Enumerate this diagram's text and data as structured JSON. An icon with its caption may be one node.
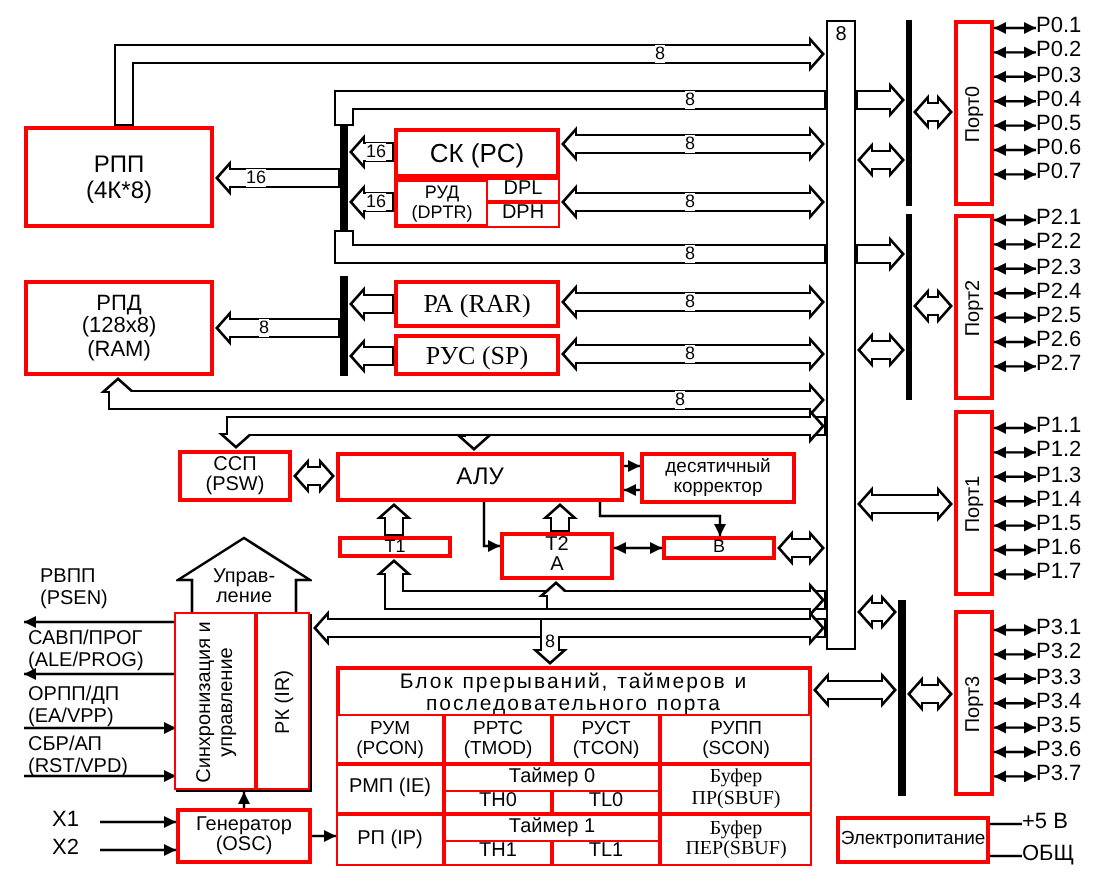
{
  "diagram": {
    "nodes": [
      {
        "text": [
          "РПП",
          "(4К*8)"
        ]
      },
      {
        "text": [],
        "shape": "bar"
      },
      {
        "text": [
          "СК (PC)"
        ]
      },
      {
        "text": [
          "РУД",
          "(DPTR)"
        ]
      },
      {
        "text": [
          "DPL"
        ],
        "in": 3
      },
      {
        "text": [
          "DPH"
        ],
        "in": 3
      },
      {
        "text": [
          "РПД",
          "(128x8)",
          "(RAM)"
        ]
      },
      {
        "text": [],
        "shape": "bar"
      },
      {
        "text": [
          "РА (RAR)"
        ]
      },
      {
        "text": [
          "РУС (SP)"
        ]
      },
      {
        "text": [
          "8"
        ]
      },
      {
        "text": [],
        "shape": "bar"
      },
      {
        "text": [
          "Порт0"
        ]
      },
      {
        "text": [],
        "shape": "bar"
      },
      {
        "text": [
          "Порт2"
        ]
      },
      {
        "text": [
          "Порт1"
        ]
      },
      {
        "text": [],
        "shape": "bar"
      },
      {
        "text": [
          "Порт3"
        ]
      },
      {
        "text": [
          "ССП",
          "(PSW)"
        ]
      },
      {
        "text": [
          "АЛУ"
        ]
      },
      {
        "text": [
          "десятичный корректор"
        ]
      },
      {
        "text": [
          "Т1"
        ]
      },
      {
        "text": [
          "Т2",
          "А"
        ]
      },
      {
        "text": [
          "В"
        ]
      },
      {
        "text": [
          "Управ-ление"
        ]
      },
      {
        "text": [],
        "shape": "box"
      },
      {
        "text": [
          "Синхронизация и управление"
        ],
        "in": 25
      },
      {
        "text": [
          "РК (IR)"
        ],
        "in": 25
      },
      {
        "text": [
          "Генератор",
          "(OSC)"
        ]
      },
      {
        "text": [
          "Блок прерываний, таймеров и последовательного порта"
        ]
      },
      {
        "text": [
          "РУМ",
          "(PCON)"
        ],
        "in": 29
      },
      {
        "text": [
          "РРТС",
          "(TMOD)"
        ],
        "in": 29
      },
      {
        "text": [
          "РУСТ",
          "(TCON)"
        ],
        "in": 29
      },
      {
        "text": [
          "РУПП",
          "(SCON)"
        ],
        "in": 29
      },
      {
        "text": [
          "РМП (IE)"
        ],
        "in": 29
      },
      {
        "text": [
          "Таймер 0"
        ],
        "in": 29
      },
      {
        "text": [
          "TH0"
        ],
        "in": 35
      },
      {
        "text": [
          "TL0"
        ],
        "in": 35
      },
      {
        "text": [
          "Буфер",
          "ПР(SBUF)"
        ],
        "in": 29
      },
      {
        "text": [
          "РП (IP)"
        ],
        "in": 29
      },
      {
        "text": [
          "Таймер 1"
        ],
        "in": 29
      },
      {
        "text": [
          "TH1"
        ],
        "in": 40
      },
      {
        "text": [
          "TL1"
        ],
        "in": 40
      },
      {
        "text": [
          "Буфер",
          "ПЕР(SBUF)"
        ],
        "in": 29
      },
      {
        "text": [
          "Электропитание"
        ]
      },
      {
        "text": [
          "+5 В"
        ]
      },
      {
        "text": [
          "ОБЩ"
        ]
      },
      {
        "text": [
          "X1"
        ]
      },
      {
        "text": [
          "X2"
        ]
      },
      {
        "text": [
          "P0.1"
        ]
      },
      {
        "text": [
          "P0.2"
        ]
      },
      {
        "text": [
          "P0.3"
        ]
      },
      {
        "text": [
          "P0.4"
        ]
      },
      {
        "text": [
          "P0.5"
        ]
      },
      {
        "text": [
          "P0.6"
        ]
      },
      {
        "text": [
          "P0.7"
        ]
      },
      {
        "text": [
          "P2.1"
        ]
      },
      {
        "text": [
          "P2.2"
        ]
      },
      {
        "text": [
          "P2.3"
        ]
      },
      {
        "text": [
          "P2.4"
        ]
      },
      {
        "text": [
          "P2.5"
        ]
      },
      {
        "text": [
          "P2.6"
        ]
      },
      {
        "text": [
          "P2.7"
        ]
      },
      {
        "text": [
          "P1.1"
        ]
      },
      {
        "text": [
          "P1.2"
        ]
      },
      {
        "text": [
          "P1.3"
        ]
      },
      {
        "text": [
          "P1.4"
        ]
      },
      {
        "text": [
          "P1.5"
        ]
      },
      {
        "text": [
          "P1.6"
        ]
      },
      {
        "text": [
          "P1.7"
        ]
      },
      {
        "text": [
          "P3.1"
        ]
      },
      {
        "text": [
          "P3.2"
        ]
      },
      {
        "text": [
          "P3.3"
        ]
      },
      {
        "text": [
          "P3.4"
        ]
      },
      {
        "text": [
          "P3.5"
        ]
      },
      {
        "text": [
          "P3.6"
        ]
      },
      {
        "text": [
          "P3.7"
        ]
      }
    ],
    "edges": [
      {
        "from": 0,
        "to": 10,
        "arrow": "to",
        "style": "thick",
        "label": "8"
      },
      {
        "from": 1,
        "to": 0,
        "arrow": "to",
        "style": "thick",
        "label": "16"
      },
      {
        "from": 2,
        "to": 1,
        "arrow": "to",
        "style": "thick",
        "label": "16"
      },
      {
        "from": 3,
        "to": 1,
        "arrow": "to",
        "style": "thick",
        "label": "16"
      },
      {
        "from": 10,
        "to": 2,
        "arrow": "both",
        "style": "thick",
        "label": "8"
      },
      {
        "from": 10,
        "to": 3,
        "arrow": "both",
        "style": "thick",
        "label": "8"
      },
      {
        "from": 7,
        "to": 6,
        "arrow": "to",
        "style": "thick",
        "label": "8"
      },
      {
        "from": 8,
        "to": 7,
        "arrow": "to",
        "style": "thick"
      },
      {
        "from": 9,
        "to": 7,
        "arrow": "to",
        "style": "thick"
      },
      {
        "from": 10,
        "to": 8,
        "arrow": "both",
        "style": "thick",
        "label": "8"
      },
      {
        "from": 10,
        "to": 9,
        "arrow": "both",
        "style": "thick",
        "label": "8"
      },
      {
        "from": 1,
        "to": 10,
        "arrow": "none",
        "style": "thick",
        "label": "8"
      },
      {
        "from": 1,
        "to": 10,
        "arrow": "none",
        "style": "thick",
        "label": "8"
      },
      {
        "from": 10,
        "to": 11,
        "arrow": "both",
        "style": "thick"
      },
      {
        "from": 11,
        "to": 12,
        "arrow": "both",
        "style": "thick"
      },
      {
        "from": 10,
        "to": 13,
        "arrow": "both",
        "style": "thick"
      },
      {
        "from": 13,
        "to": 14,
        "arrow": "both",
        "style": "thick"
      },
      {
        "from": 10,
        "to": 15,
        "arrow": "both",
        "style": "thick"
      },
      {
        "from": 10,
        "to": 16,
        "arrow": "both",
        "style": "thick"
      },
      {
        "from": 16,
        "to": 17,
        "arrow": "both",
        "style": "thick"
      },
      {
        "from": 29,
        "to": 16,
        "arrow": "both",
        "style": "thick"
      },
      {
        "from": 6,
        "to": 10,
        "arrow": "both",
        "style": "thick",
        "label": "8"
      },
      {
        "from": 10,
        "to": 19,
        "arrow": "to",
        "style": "thick"
      },
      {
        "from": 10,
        "to": 18,
        "arrow": "both",
        "style": "thick"
      },
      {
        "from": 18,
        "to": 19,
        "arrow": "both",
        "style": "thick"
      },
      {
        "from": 19,
        "to": 20,
        "arrow": "to"
      },
      {
        "from": 20,
        "to": 19,
        "arrow": "to"
      },
      {
        "from": 21,
        "to": 19,
        "arrow": "to",
        "style": "thick"
      },
      {
        "from": 22,
        "to": 19,
        "arrow": "to",
        "style": "thick"
      },
      {
        "from": 19,
        "to": 22,
        "arrow": "to"
      },
      {
        "from": 19,
        "to": 23,
        "arrow": "to"
      },
      {
        "from": 22,
        "to": 23,
        "arrow": "both"
      },
      {
        "from": 10,
        "to": 21,
        "arrow": "to",
        "style": "thick"
      },
      {
        "from": 23,
        "to": 10,
        "arrow": "both",
        "style": "thick"
      },
      {
        "from": 22,
        "to": 10,
        "arrow": "both",
        "style": "thick"
      },
      {
        "from": 10,
        "to": 25,
        "arrow": "to",
        "style": "thick"
      },
      {
        "from": 10,
        "to": 29,
        "arrow": "both",
        "style": "thick",
        "label": "8"
      },
      {
        "from": 28,
        "to": 25,
        "arrow": "to"
      },
      {
        "from": 28,
        "to": 29,
        "arrow": "to"
      },
      {
        "from": 25,
        "to": null,
        "arrow": "to",
        "label": "РВПП (PSEN)"
      },
      {
        "from": 25,
        "to": null,
        "arrow": "to",
        "label": "САВП/ПРОГ (ALE/PROG)"
      },
      {
        "from": null,
        "to": 25,
        "arrow": "to",
        "label": "ОРПП/ДП (EA/VPP)"
      },
      {
        "from": null,
        "to": 25,
        "arrow": "to",
        "label": "СБР/АП (RST/VPD)"
      },
      {
        "from": 47,
        "to": 28,
        "arrow": "to"
      },
      {
        "from": 48,
        "to": 28,
        "arrow": "to"
      },
      {
        "from": 44,
        "to": 45,
        "arrow": "none"
      },
      {
        "from": 44,
        "to": 46,
        "arrow": "none"
      },
      {
        "from": 12,
        "to": 49,
        "arrow": "both"
      },
      {
        "from": 12,
        "to": 50,
        "arrow": "both"
      },
      {
        "from": 12,
        "to": 51,
        "arrow": "both"
      },
      {
        "from": 12,
        "to": 52,
        "arrow": "both"
      },
      {
        "from": 12,
        "to": 53,
        "arrow": "both"
      },
      {
        "from": 12,
        "to": 54,
        "arrow": "both"
      },
      {
        "from": 12,
        "to": 55,
        "arrow": "both"
      },
      {
        "from": 14,
        "to": 56,
        "arrow": "both"
      },
      {
        "from": 14,
        "to": 57,
        "arrow": "both"
      },
      {
        "from": 14,
        "to": 58,
        "arrow": "both"
      },
      {
        "from": 14,
        "to": 59,
        "arrow": "both"
      },
      {
        "from": 14,
        "to": 60,
        "arrow": "both"
      },
      {
        "from": 14,
        "to": 61,
        "arrow": "both"
      },
      {
        "from": 14,
        "to": 62,
        "arrow": "both"
      },
      {
        "from": 15,
        "to": 63,
        "arrow": "both"
      },
      {
        "from": 15,
        "to": 64,
        "arrow": "both"
      },
      {
        "from": 15,
        "to": 65,
        "arrow": "both"
      },
      {
        "from": 15,
        "to": 66,
        "arrow": "both"
      },
      {
        "from": 15,
        "to": 67,
        "arrow": "both"
      },
      {
        "from": 15,
        "to": 68,
        "arrow": "both"
      },
      {
        "from": 15,
        "to": 69,
        "arrow": "both"
      },
      {
        "from": 17,
        "to": 70,
        "arrow": "both"
      },
      {
        "from": 17,
        "to": 71,
        "arrow": "both"
      },
      {
        "from": 17,
        "to": 72,
        "arrow": "both"
      },
      {
        "from": 17,
        "to": 73,
        "arrow": "both"
      },
      {
        "from": 17,
        "to": 74,
        "arrow": "both"
      },
      {
        "from": 17,
        "to": 75,
        "arrow": "both"
      },
      {
        "from": 17,
        "to": 76,
        "arrow": "both"
      },
      {
        "from": 10,
        "to": 11,
        "arrow": "to",
        "style": "thick"
      },
      {
        "from": 10,
        "to": 13,
        "arrow": "to",
        "style": "thick"
      }
    ]
  }
}
